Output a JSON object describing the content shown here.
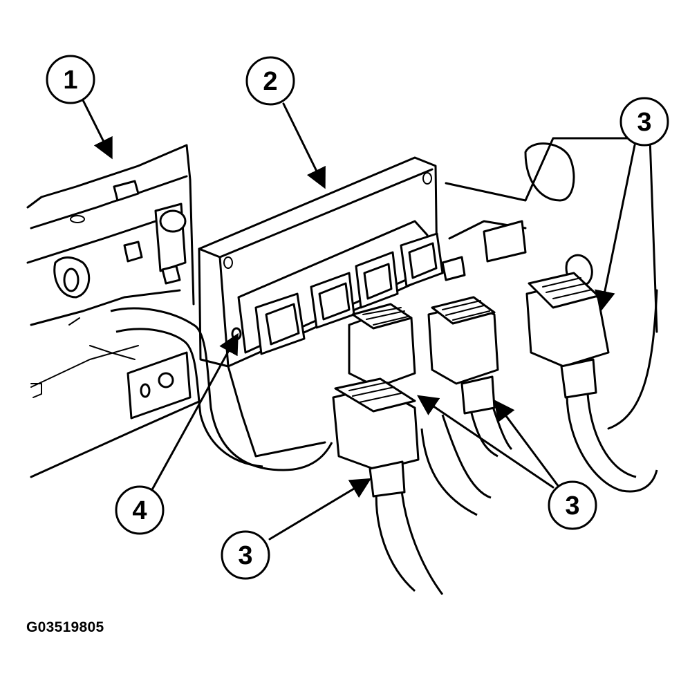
{
  "figure_id": "G03519805",
  "callouts": [
    {
      "label": "1"
    },
    {
      "label": "2"
    },
    {
      "label": "3"
    },
    {
      "label": "3"
    },
    {
      "label": "3"
    },
    {
      "label": "4"
    }
  ]
}
